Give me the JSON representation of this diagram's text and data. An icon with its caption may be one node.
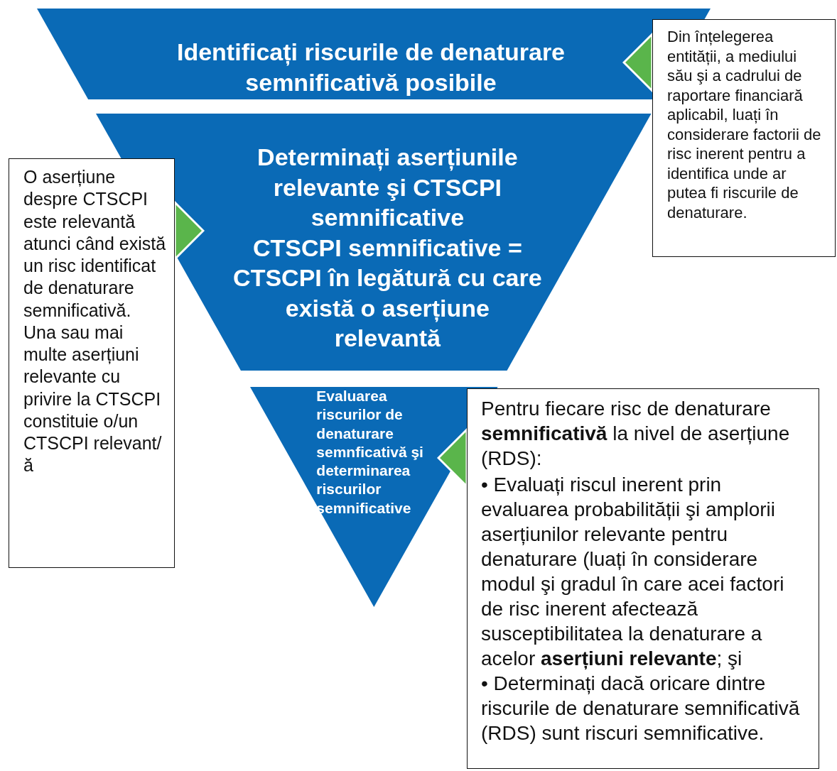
{
  "diagram": {
    "nodes": [
      {
        "text": [
          "Identificați riscurile de denaturare semnificativă posibile"
        ]
      },
      {
        "text": [
          "Determinați aserțiunile relevante şi CTSCPI semnificative",
          "CTSCPI semnificative = CTSCPI în legătură cu care există o aserțiune relevantă"
        ]
      },
      {
        "text": [
          "Evaluarea riscurilor de denaturare semnficativă şi determinarea riscurilor semnificative"
        ]
      },
      {
        "text": [
          "Din înțelegerea entității, a mediului său şi a cadrului de raportare financiară aplicabil, luați în considerare factorii de risc inerent pentru a identifica unde ar putea fi riscurile de denaturare."
        ]
      },
      {
        "text": [
          "O aserțiune despre CTSCPI este relevantă atunci când există un risc identificat de denaturare semnificativă. Una sau mai multe aserțiuni relevante cu privire la CTSCPI constituie o/un CTSCPI relevant/ă"
        ]
      },
      {
        "text": [
          "Pentru fiecare risc de denaturare **semnificativă** la nivel de aserțiune (RDS):",
          "• Evaluați riscul inerent prin evaluarea probabilității şi amplorii aserțiunilor relevante pentru denaturare (luați în considerare modul şi gradul în care acei factori de risc inerent afectează susceptibilitatea la denaturare a acelor **aserțiuni relevante**; şi",
          "• Determinați dacă oricare dintre riscurile de denaturare semnificativă (RDS) sunt riscuri semnificative."
        ]
      }
    ],
    "edges": [
      {
        "from": 3,
        "to": 0,
        "arrow": "to"
      },
      {
        "from": 4,
        "to": 1,
        "arrow": "to"
      },
      {
        "from": 5,
        "to": 2,
        "arrow": "to"
      }
    ]
  }
}
